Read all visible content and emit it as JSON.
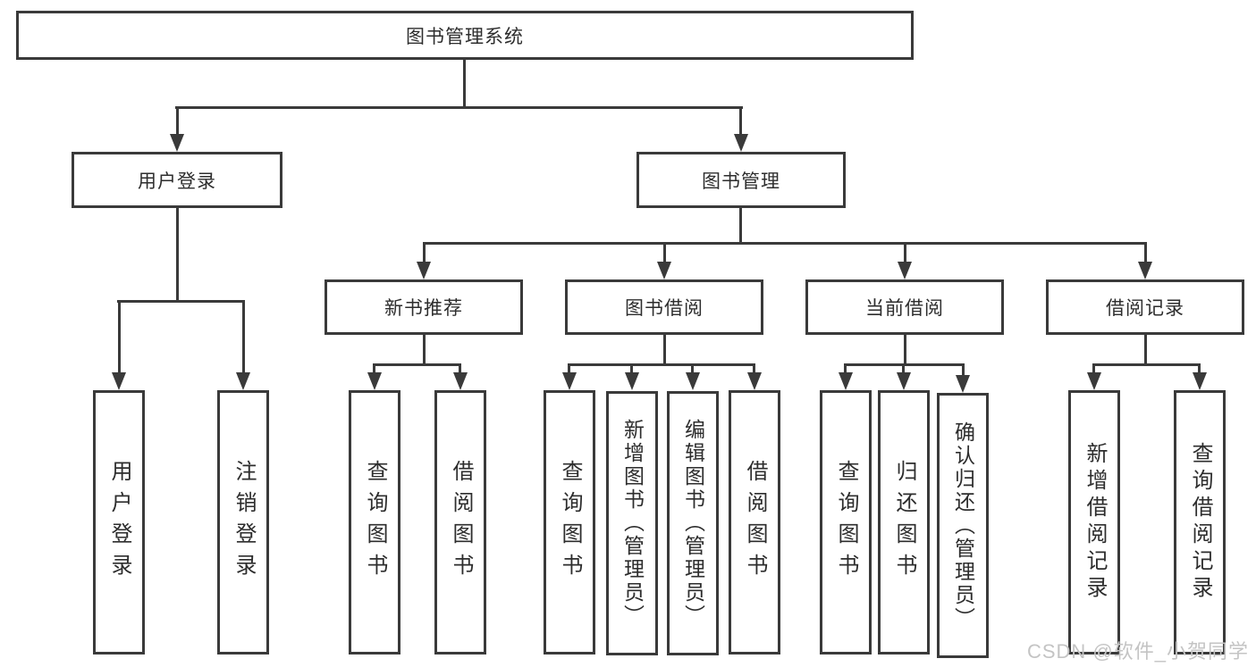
{
  "tree": {
    "root": {
      "label": "图书管理系统"
    },
    "branches": [
      {
        "id": "user-login",
        "label": "用户登录",
        "children": [
          "用户登录",
          "注销登录"
        ]
      },
      {
        "id": "book-manage",
        "label": "图书管理",
        "sections": [
          {
            "id": "new-books",
            "label": "新书推荐",
            "children": [
              "查询图书",
              "借阅图书"
            ]
          },
          {
            "id": "book-borrow",
            "label": "图书借阅",
            "children": [
              "查询图书",
              "新增图书（管理员）",
              "编辑图书（管理员）",
              "借阅图书"
            ]
          },
          {
            "id": "current-borrow",
            "label": "当前借阅",
            "children": [
              "查询图书",
              "归还图书",
              "确认归还（管理员）"
            ]
          },
          {
            "id": "borrow-records",
            "label": "借阅记录",
            "children": [
              "新增借阅记录",
              "查询借阅记录"
            ]
          }
        ]
      }
    ]
  },
  "watermark": "CSDN @软件_小贺同学",
  "colors": {
    "line": "#3a3a3a",
    "box_border": "#3a3a3a",
    "box_fill": "#ffffff",
    "text": "#2d2d2d",
    "watermark": "#c4c4c4"
  }
}
